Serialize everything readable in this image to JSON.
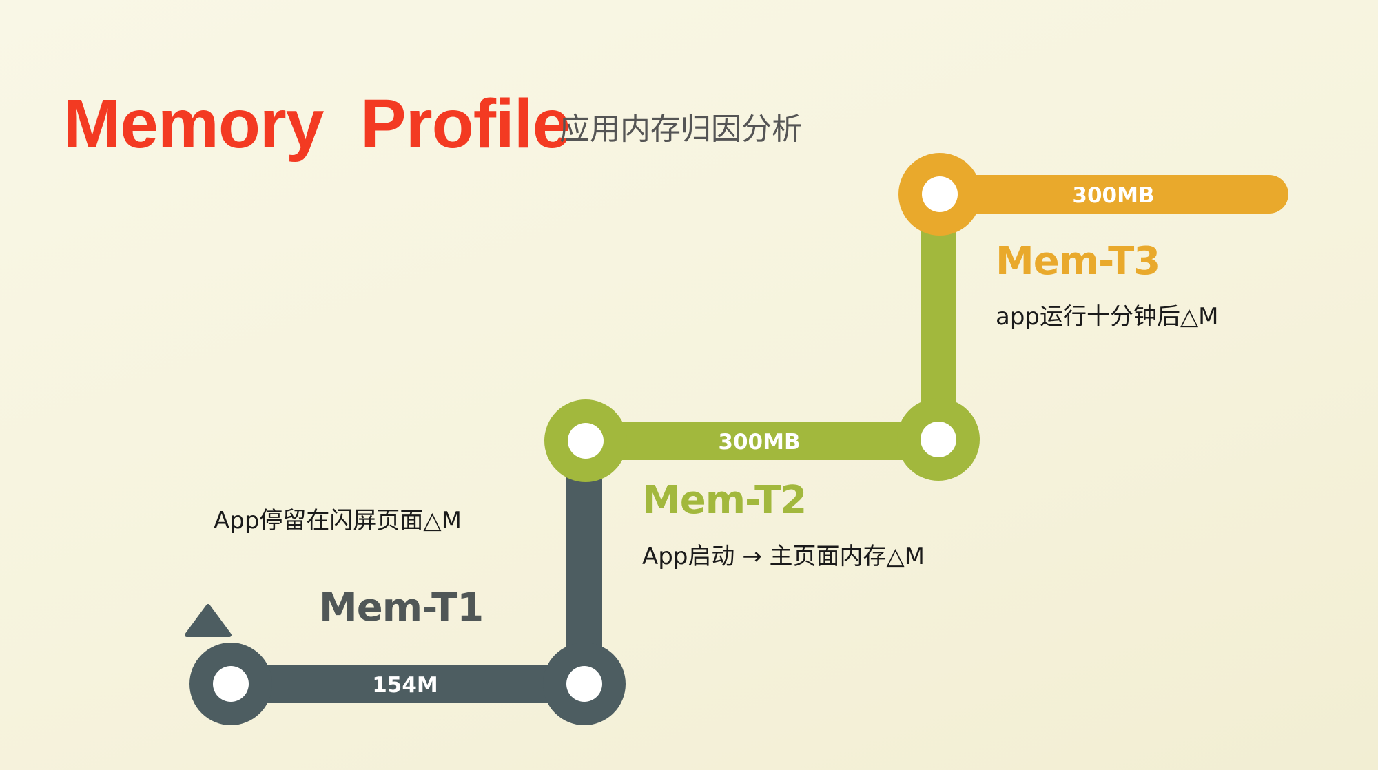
{
  "title": {
    "main": "Memory  Profile",
    "sub": "应用内存归因分析"
  },
  "colors": {
    "title": "#f33a22",
    "t1": "#4d5d61",
    "t2": "#a2b83d",
    "t3": "#e9a92c",
    "node_center": "#ffffff"
  },
  "stages": [
    {
      "label": "Mem-T1",
      "description": "App停留在闪屏页面△M",
      "segment_label": "154M"
    },
    {
      "label": "Mem-T2",
      "description": "App启动 → 主页面内存△M",
      "segment_label": "300MB"
    },
    {
      "label": "Mem-T3",
      "description": "app运行十分钟后△M",
      "segment_label": "300MB"
    }
  ],
  "start_marker_icon": "triangle-up-icon"
}
